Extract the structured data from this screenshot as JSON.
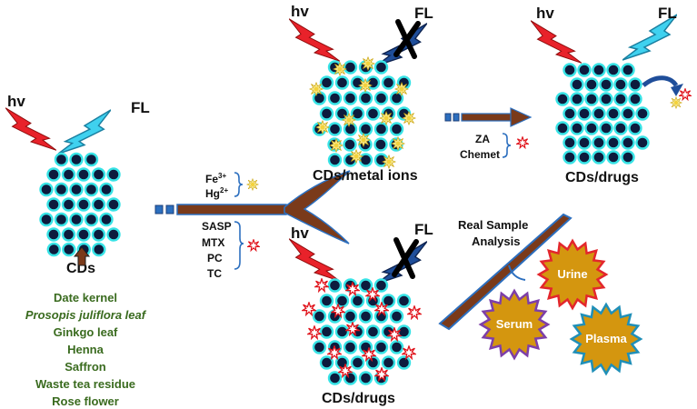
{
  "labels": {
    "hv": "hv",
    "fl": "FL",
    "cds": "CDs",
    "cds_metal": "CDs/metal ions",
    "cds_drugs_top": "CDs/drugs",
    "cds_drugs_bottom": "CDs/drugs",
    "real_sample": "Real Sample",
    "analysis": "Analysis"
  },
  "sources": [
    "Date kernel",
    "Prosopis juliflora leaf",
    "Ginkgo leaf",
    "Henna",
    "Saffron",
    "Waste tea residue",
    "Rose flower"
  ],
  "metal_ions": {
    "fe": "Fe",
    "fe_sup": "3+",
    "hg": "Hg",
    "hg_sup": "2+"
  },
  "drugs_quench": [
    "SASP",
    "MTX",
    "PC",
    "TC"
  ],
  "drugs_recover": [
    "ZA",
    "Chemet"
  ],
  "samples": {
    "urine": "Urine",
    "serum": "Serum",
    "plasma": "Plasma"
  },
  "colors": {
    "dot_fill": "#0d1b3d",
    "dot_ring": "#38e3e6",
    "lightning_red": "#e8222a",
    "lightning_cyan": "#3fd1ef",
    "lightning_blue": "#1f4e9a",
    "arrow_brown": "#7a3a1a",
    "arrow_blue": "#2c6fbf",
    "source_green": "#3a6b1f",
    "star_fill": "#d4960f"
  }
}
